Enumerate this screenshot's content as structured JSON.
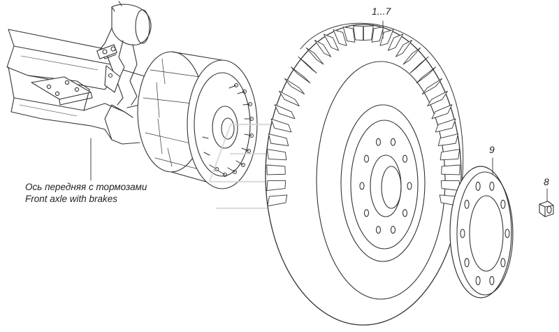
{
  "callouts": {
    "wheel": "1...7",
    "washer": "9",
    "nut": "8"
  },
  "caption": {
    "ru": "Ось передняя с тормозами",
    "en": "Front axle  with brakes"
  }
}
